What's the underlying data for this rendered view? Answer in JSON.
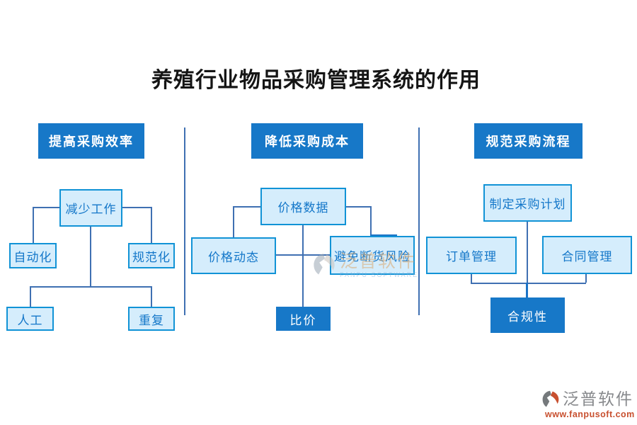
{
  "title": "养殖行业物品采购管理系统的作用",
  "colors": {
    "primary_blue": "#1778c8",
    "node_fill": "#d5edfc",
    "node_border": "#1193d6",
    "node_text": "#1477c9",
    "connector": "#3f70b2",
    "logo_orange": "#c8502f",
    "logo_gray": "#87898c"
  },
  "sections": [
    {
      "header": "提高采购效率",
      "nodes": [
        "减少工作",
        "自动化",
        "规范化",
        "人工",
        "重复"
      ]
    },
    {
      "header": "降低采购成本",
      "nodes": [
        "价格数据",
        "价格动态",
        "避免断货风险",
        "比价"
      ]
    },
    {
      "header": "规范采购流程",
      "nodes": [
        "制定采购计划",
        "订单管理",
        "合同管理",
        "合规性"
      ]
    }
  ],
  "watermark": {
    "brand": "泛普软件",
    "sub": "FANPU SOFTWARE"
  },
  "footer_logo": {
    "brand": "泛普软件",
    "url": "www.fanpusoft.com"
  }
}
